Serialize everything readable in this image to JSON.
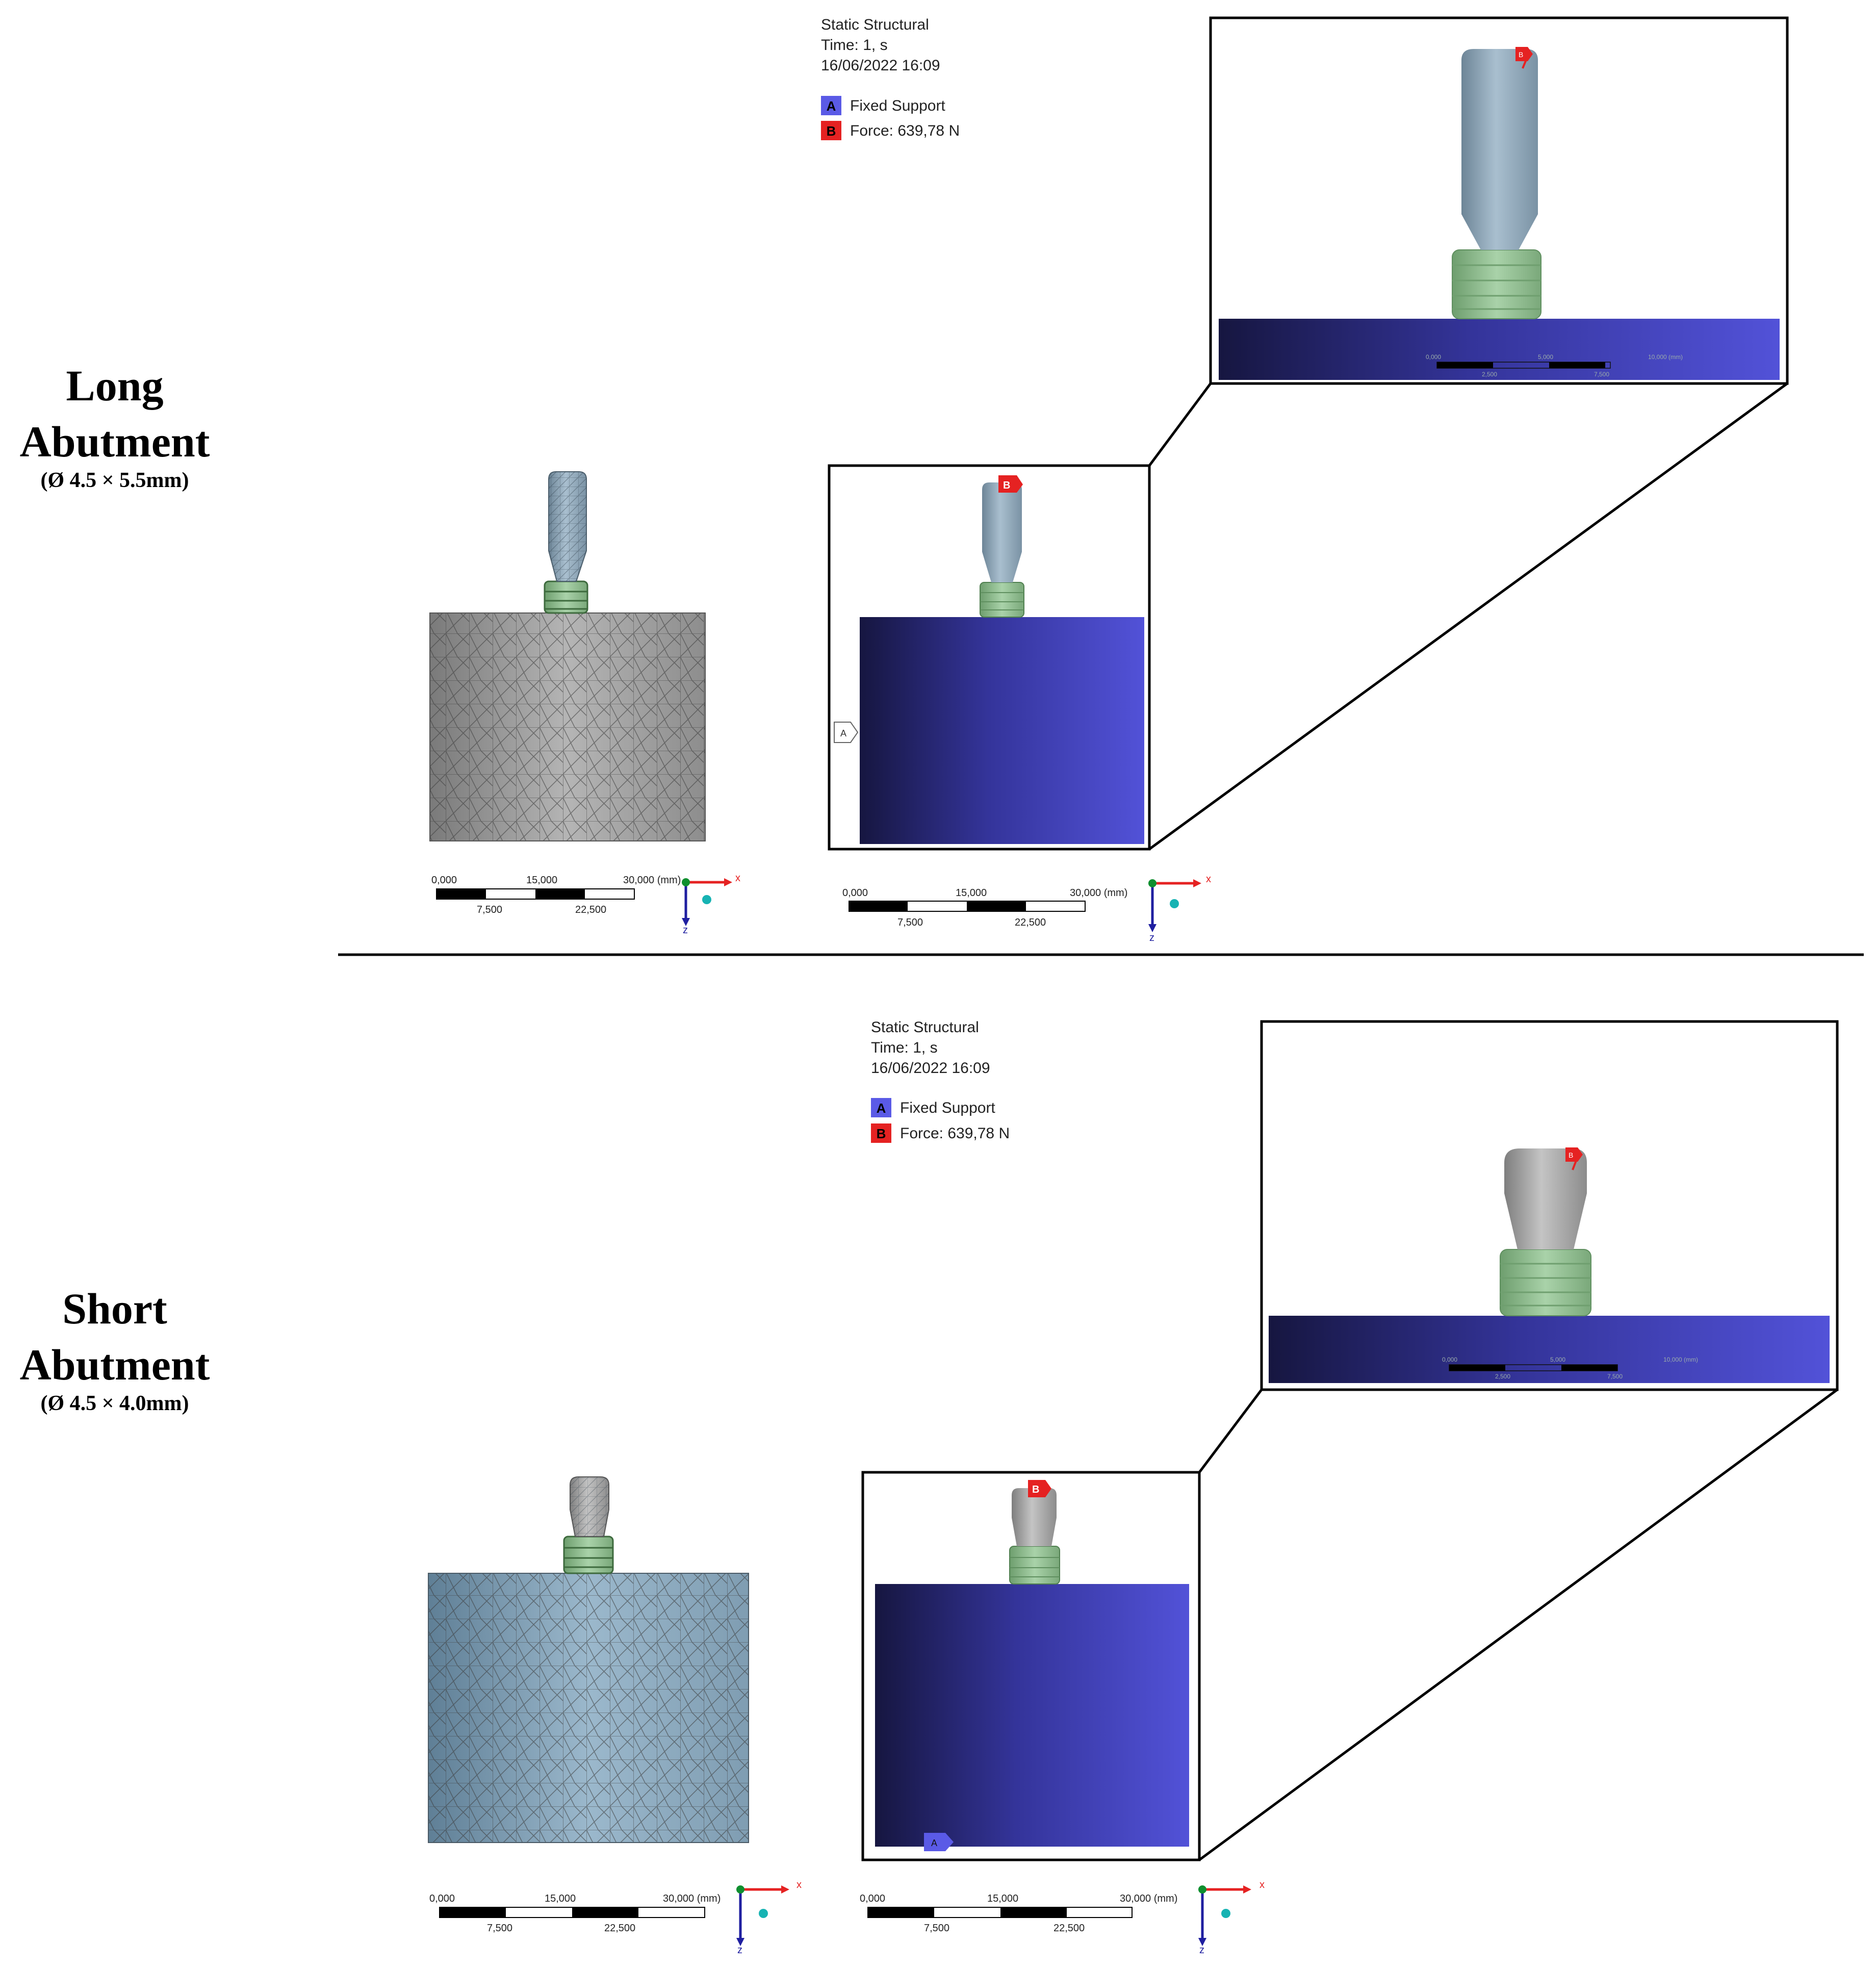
{
  "rows": [
    {
      "title_line1": "Long",
      "title_line2": "Abutment",
      "dims": "(Ø 4.5 × 5.5mm)",
      "info": {
        "analysis": "Static Structural",
        "time": "Time: 1, s",
        "date": "16/06/2022 16:09",
        "legend": [
          {
            "key": "A",
            "label": "Fixed Support",
            "color": "#5a5ae6"
          },
          {
            "key": "B",
            "label": "Force: 639,78 N",
            "color": "#e52222"
          }
        ]
      },
      "mesh_scale": {
        "t0": "0,000",
        "t1": "15,000",
        "t2": "30,000 (mm)",
        "t3": "7,500",
        "t4": "22,500"
      },
      "bc_scale": {
        "t0": "0,000",
        "t1": "15,000",
        "t2": "30,000 (mm)",
        "t3": "7,500",
        "t4": "22,500"
      },
      "zoom_scale": {
        "t0": "0,000",
        "t1": "5,000",
        "t2": "10,000 (mm)",
        "t3": "2,500",
        "t4": "7,500"
      },
      "axes": {
        "x": "x",
        "z": "z"
      },
      "support_tag": "A",
      "force_tag": "B"
    },
    {
      "title_line1": "Short",
      "title_line2": "Abutment",
      "dims": "(Ø 4.5 × 4.0mm)",
      "info": {
        "analysis": "Static Structural",
        "time": "Time: 1, s",
        "date": "16/06/2022 16:09",
        "legend": [
          {
            "key": "A",
            "label": "Fixed Support",
            "color": "#5a5ae6"
          },
          {
            "key": "B",
            "label": "Force: 639,78 N",
            "color": "#e52222"
          }
        ]
      },
      "mesh_scale": {
        "t0": "0,000",
        "t1": "15,000",
        "t2": "30,000 (mm)",
        "t3": "7,500",
        "t4": "22,500"
      },
      "bc_scale": {
        "t0": "0,000",
        "t1": "15,000",
        "t2": "30,000 (mm)",
        "t3": "7,500",
        "t4": "22,500"
      },
      "zoom_scale": {
        "t0": "0,000",
        "t1": "5,000",
        "t2": "10,000 (mm)",
        "t3": "2,500",
        "t4": "7,500"
      },
      "axes": {
        "x": "x",
        "z": "z"
      },
      "support_tag": "A",
      "force_tag": "B"
    }
  ],
  "colors": {
    "mesh_long_base": "#a9a9a9",
    "mesh_short_base": "#8eaabd",
    "abutment_long": "#8fa8b9",
    "abutment_short": "#a7a7a7",
    "thread": "#8fbf8f",
    "support_dark": "#1a1a4a",
    "support_light": "#5050d2",
    "force": "#e52222",
    "axis_x": "#e52222",
    "axis_z": "#1f1fa0",
    "axis_origin": "#0f8f2f",
    "axis_ball": "#17b3b3"
  }
}
